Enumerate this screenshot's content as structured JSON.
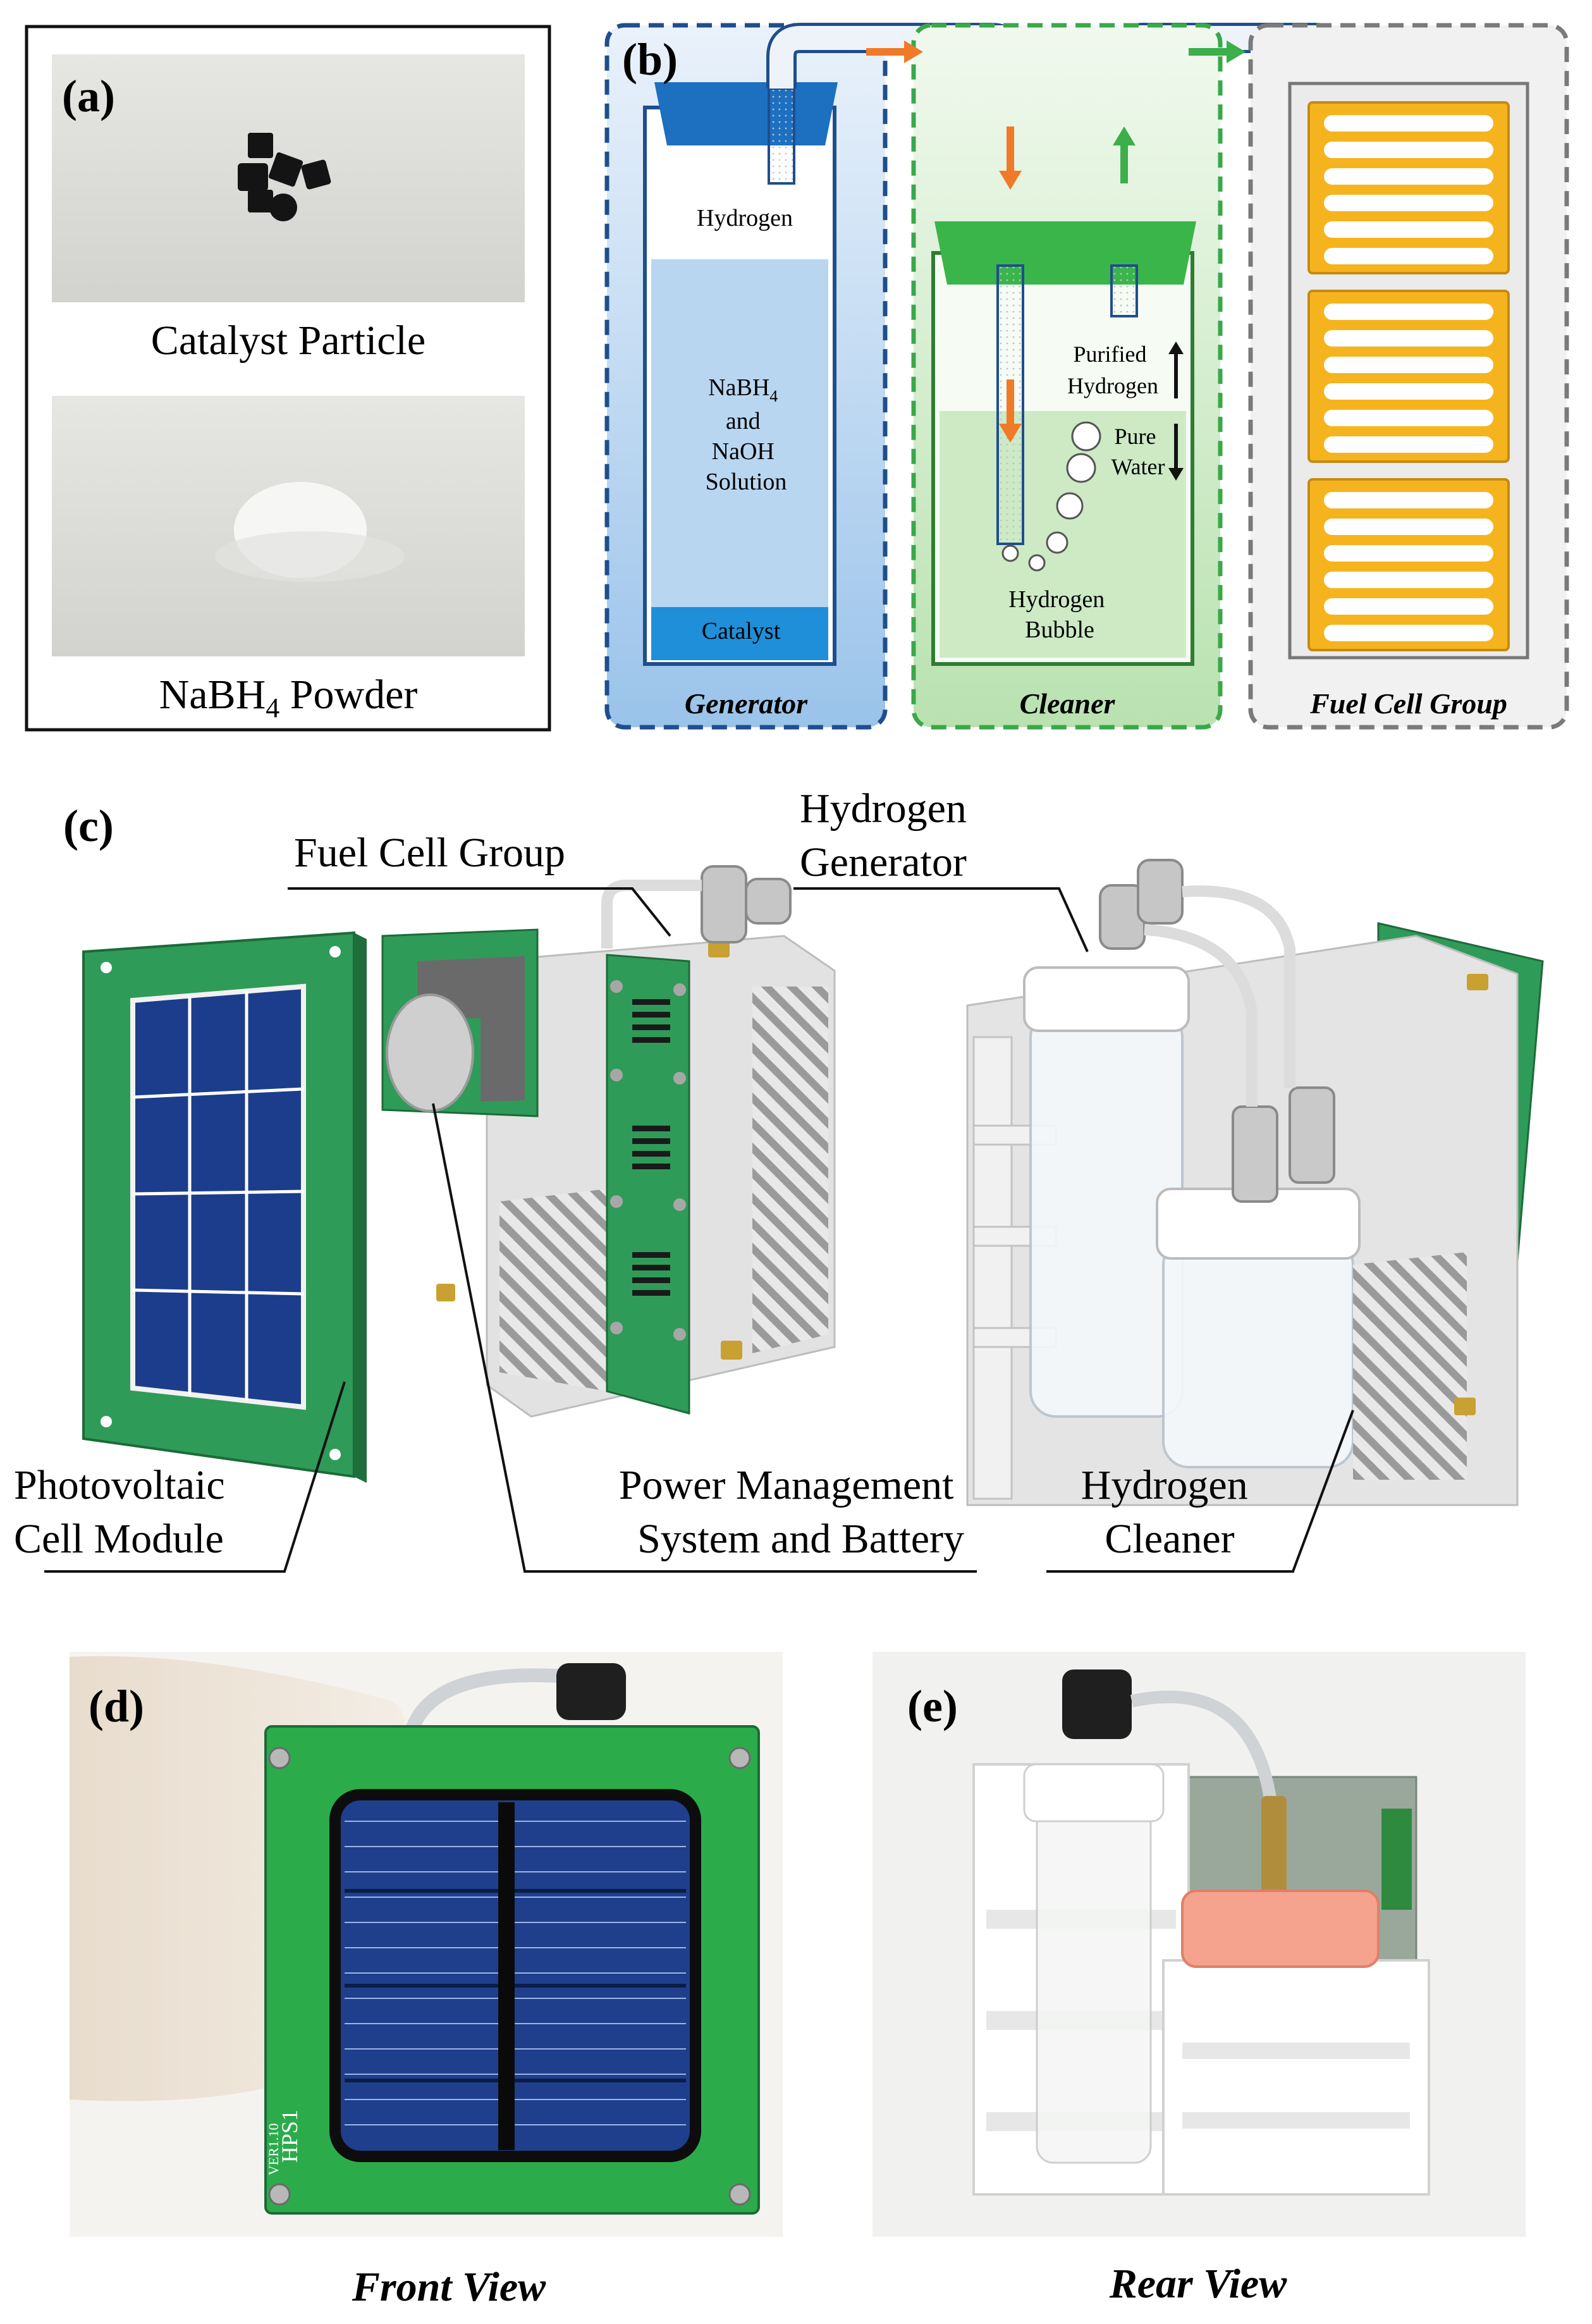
{
  "panel_a": {
    "letter": "(a)",
    "top_caption": "Catalyst Particle",
    "bottom_caption_main": "NaBH",
    "bottom_caption_sub": "4",
    "bottom_caption_tail": " Powder"
  },
  "panel_b": {
    "letter": "(b)",
    "generator": {
      "hydrogen": "Hydrogen",
      "solution_l1_main": "NaBH",
      "solution_l1_sub": "4",
      "solution_l2": "and",
      "solution_l3": "NaOH",
      "solution_l4": "Solution",
      "catalyst": "Catalyst",
      "label": "Generator"
    },
    "cleaner": {
      "purified_l1": "Purified",
      "purified_l2": "Hydrogen",
      "pure_l1": "Pure",
      "pure_l2": "Water",
      "bubble_l1": "Hydrogen",
      "bubble_l2": "Bubble",
      "label": "Cleaner"
    },
    "fuel_cell": {
      "label": "Fuel Cell Group"
    },
    "colors": {
      "generator_border": "#1f4e8c",
      "cleaner_border": "#3aa84a",
      "fuel_border": "#7a7a7a",
      "arrow_orange": "#f07a28",
      "arrow_green": "#3cae4a",
      "cell_yellow": "#f5b41e"
    }
  },
  "panel_c": {
    "letter": "(c)",
    "fuel_cell_group": "Fuel Cell Group",
    "hydrogen_generator_l1": "Hydrogen",
    "hydrogen_generator_l2": "Generator",
    "photovoltaic_l1": "Photovoltaic",
    "photovoltaic_l2": "Cell Module",
    "power_l1": "Power Management",
    "power_l2": "System and Battery",
    "cleaner_l1": "Hydrogen",
    "cleaner_l2": "Cleaner"
  },
  "panel_d": {
    "letter": "(d)",
    "caption": "Front View",
    "board_mark": "HPS1",
    "board_version": "VER1.10"
  },
  "panel_e": {
    "letter": "(e)",
    "caption": "Rear View"
  }
}
